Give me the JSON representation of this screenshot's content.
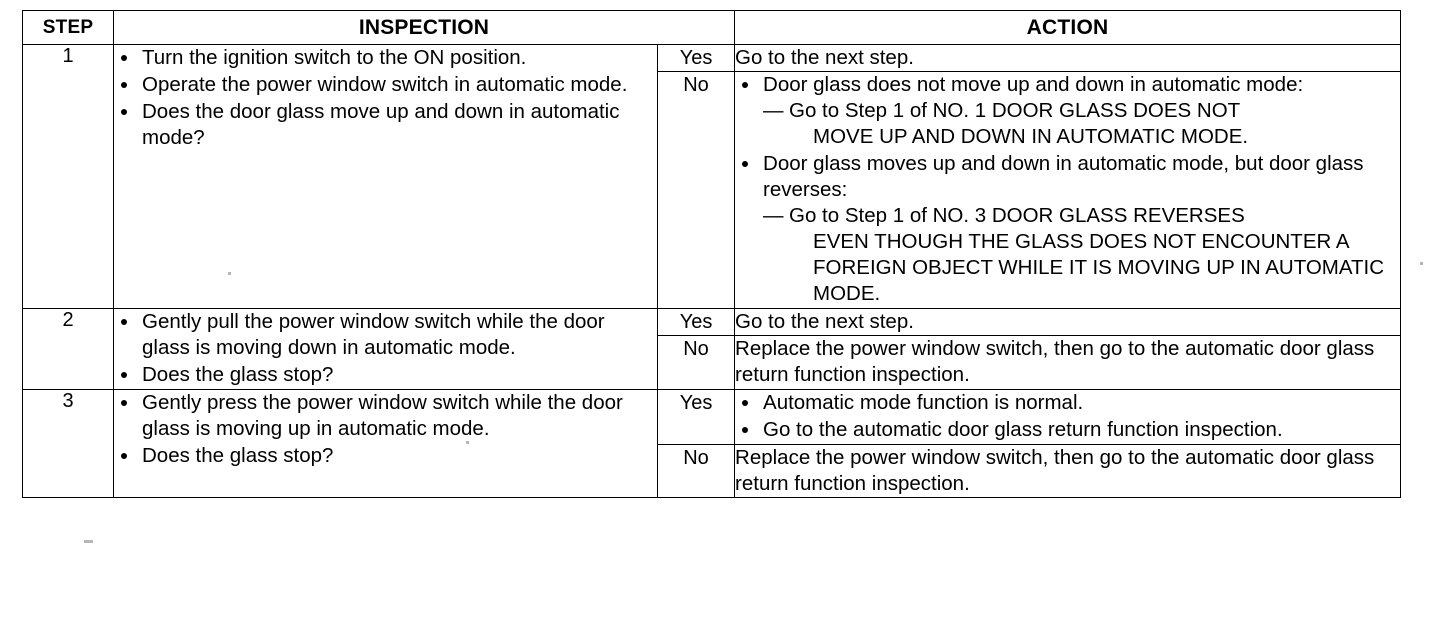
{
  "document": {
    "type": "diagnostic-troubleshooting-table",
    "columns": [
      "STEP",
      "INSPECTION",
      "ACTION"
    ],
    "headers": {
      "step": "STEP",
      "inspection": "INSPECTION",
      "action": "ACTION"
    },
    "answer_labels": {
      "yes": "Yes",
      "no": "No"
    },
    "colors": {
      "border": "#000000",
      "text": "#000000",
      "background": "#ffffff"
    }
  },
  "rows": [
    {
      "step": "1",
      "inspection_bullets": [
        "Turn the ignition switch to the ON position.",
        "Operate the power window switch in automatic mode.",
        "Does the door glass move up and down in automatic mode?"
      ],
      "yes": {
        "label": "Yes",
        "text": "Go to the next step."
      },
      "no": {
        "label": "No",
        "bullets": [
          {
            "text": "Door glass does not move up and down in automatic mode:",
            "sub_dash": "Go to Step 1 of NO. 1 DOOR GLASS DOES NOT",
            "sub_cont": "MOVE UP AND DOWN IN AUTOMATIC MODE."
          },
          {
            "text": "Door glass moves up and down in automatic mode, but door glass reverses:",
            "sub_dash": "Go to Step 1 of NO. 3 DOOR GLASS REVERSES",
            "sub_cont": "EVEN THOUGH THE GLASS DOES NOT ENCOUNTER A FOREIGN OBJECT WHILE IT IS MOVING UP IN AUTOMATIC MODE."
          }
        ]
      }
    },
    {
      "step": "2",
      "inspection_bullets": [
        "Gently pull the power window switch while the door glass is moving down in automatic mode.",
        "Does the glass stop?"
      ],
      "yes": {
        "label": "Yes",
        "text": "Go to the next step."
      },
      "no": {
        "label": "No",
        "text": "Replace the power window switch, then go to the automatic door glass return function inspection."
      }
    },
    {
      "step": "3",
      "inspection_bullets": [
        "Gently press the power window switch while the door glass is moving up in automatic mode.",
        "Does the glass stop?"
      ],
      "yes": {
        "label": "Yes",
        "bullets": [
          "Automatic mode function is normal.",
          "Go to the automatic door glass return function inspection."
        ]
      },
      "no": {
        "label": "No",
        "text": "Replace the power window switch, then go to the automatic door glass return function inspection."
      }
    }
  ]
}
